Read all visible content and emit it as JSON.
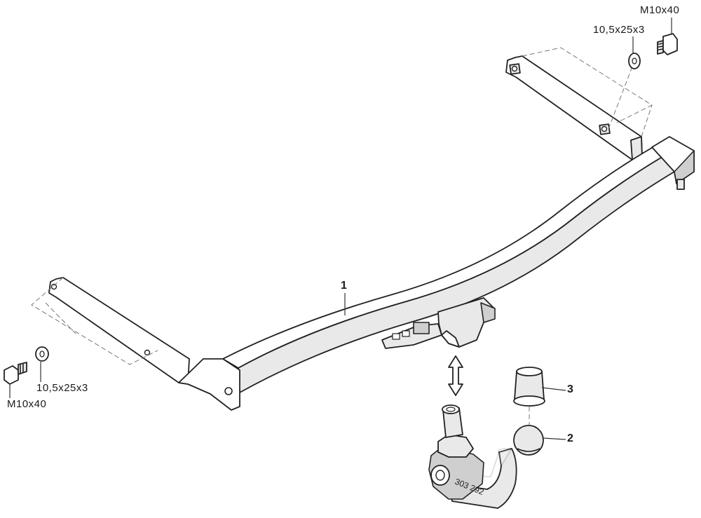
{
  "parts": {
    "bolt_spec_top": "M10x40",
    "washer_spec_top": "10,5x25x3",
    "bolt_spec_left": "M10x40",
    "washer_spec_left": "10,5x25x3",
    "callout_crossbar": "1",
    "callout_ball_neck": "2",
    "callout_cap": "3",
    "neck_stamp": "303 292"
  }
}
